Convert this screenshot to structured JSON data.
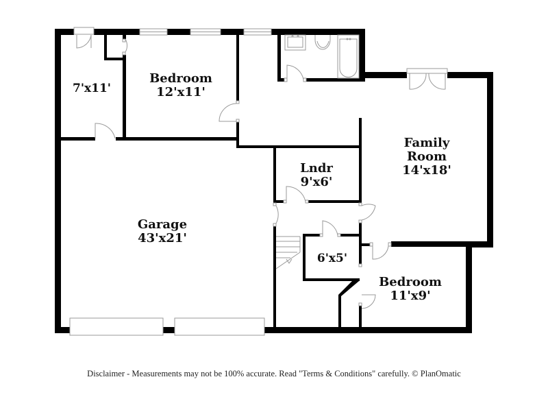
{
  "floorplan": {
    "rooms": [
      {
        "id": "closet-room",
        "label": "",
        "dimensions": "7'x11'"
      },
      {
        "id": "bedroom-1",
        "label": "Bedroom",
        "dimensions": "12'x11'"
      },
      {
        "id": "family-room",
        "label_line1": "Family",
        "label_line2": "Room",
        "dimensions": "14'x18'"
      },
      {
        "id": "laundry",
        "label": "Lndr",
        "dimensions": "9'x6'"
      },
      {
        "id": "garage",
        "label": "Garage",
        "dimensions": "43'x21'"
      },
      {
        "id": "storage",
        "label": "",
        "dimensions": "6'x5'"
      },
      {
        "id": "bedroom-2",
        "label": "Bedroom",
        "dimensions": "11'x9'"
      }
    ],
    "colors": {
      "wall": "#000000",
      "fixture": "#999999",
      "background": "#ffffff"
    }
  },
  "footer": {
    "disclaimer": "Disclaimer - Measurements may not be 100% accurate. Read \"Terms & Conditions\" carefully. © PlanOmatic"
  }
}
